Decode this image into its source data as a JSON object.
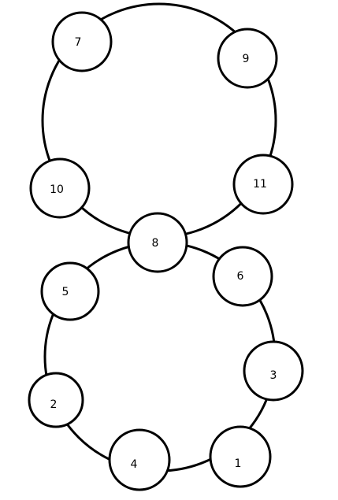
{
  "diagram": {
    "nodes": [
      {
        "id": "7",
        "label": "7"
      },
      {
        "id": "9",
        "label": "9"
      },
      {
        "id": "10",
        "label": "10"
      },
      {
        "id": "11",
        "label": "11"
      },
      {
        "id": "8",
        "label": "8"
      },
      {
        "id": "5",
        "label": "5"
      },
      {
        "id": "6",
        "label": "6"
      },
      {
        "id": "3",
        "label": "3"
      },
      {
        "id": "2",
        "label": "2"
      },
      {
        "id": "4",
        "label": "4"
      },
      {
        "id": "1",
        "label": "1"
      }
    ],
    "loops": [
      {
        "name": "upper-loop",
        "nodes": [
          "7",
          "9",
          "11",
          "8",
          "10"
        ]
      },
      {
        "name": "lower-loop",
        "nodes": [
          "8",
          "6",
          "3",
          "1",
          "4",
          "2",
          "5"
        ]
      }
    ]
  }
}
